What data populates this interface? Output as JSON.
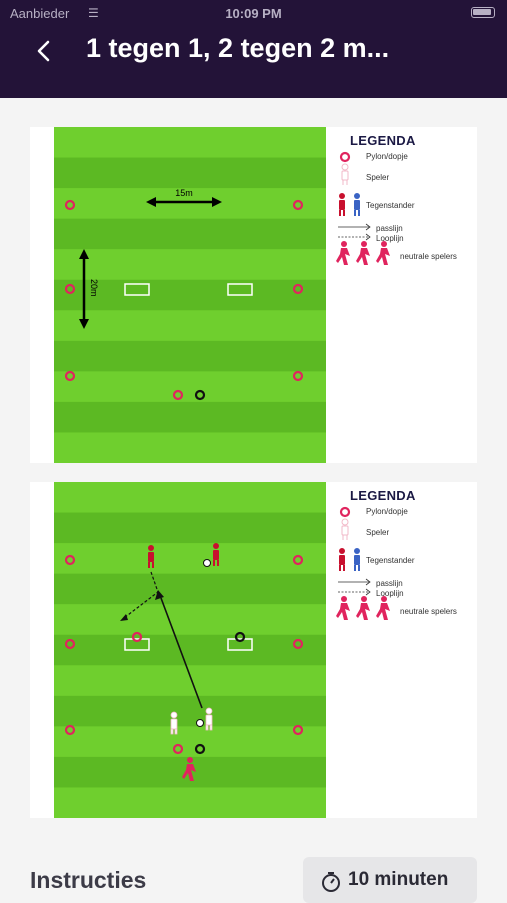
{
  "status": {
    "carrier": "Aanbieder",
    "time": "10:09 PM"
  },
  "header": {
    "title": "1 tegen 1, 2 tegen 2 m..."
  },
  "legend": {
    "title": "LEGENDA",
    "items": [
      {
        "icon": "cone-icon",
        "label": "Pylon/dopje"
      },
      {
        "icon": "player-icon",
        "label": "Speler"
      },
      {
        "icon": "opponent-icon",
        "label": "Tegenstander"
      },
      {
        "icon": "pass-line-icon",
        "label": "passlijn"
      },
      {
        "icon": "run-line-icon",
        "label": "Looplijn"
      },
      {
        "icon": "neutral-players-icon",
        "label": "neutrale spelers"
      }
    ]
  },
  "diagram1": {
    "width_label": "15m",
    "height_label": "20m"
  },
  "footer": {
    "instructions_title": "Instructies",
    "duration": "10 minuten",
    "icon": "stopwatch-icon"
  },
  "colors": {
    "header_bg": "#231338",
    "grass_light": "#6fcf2e",
    "grass_dark": "#5cb923",
    "cone": "#e0245e",
    "opponent_red": "#c8102e",
    "opponent_blue": "#3a63c4"
  }
}
